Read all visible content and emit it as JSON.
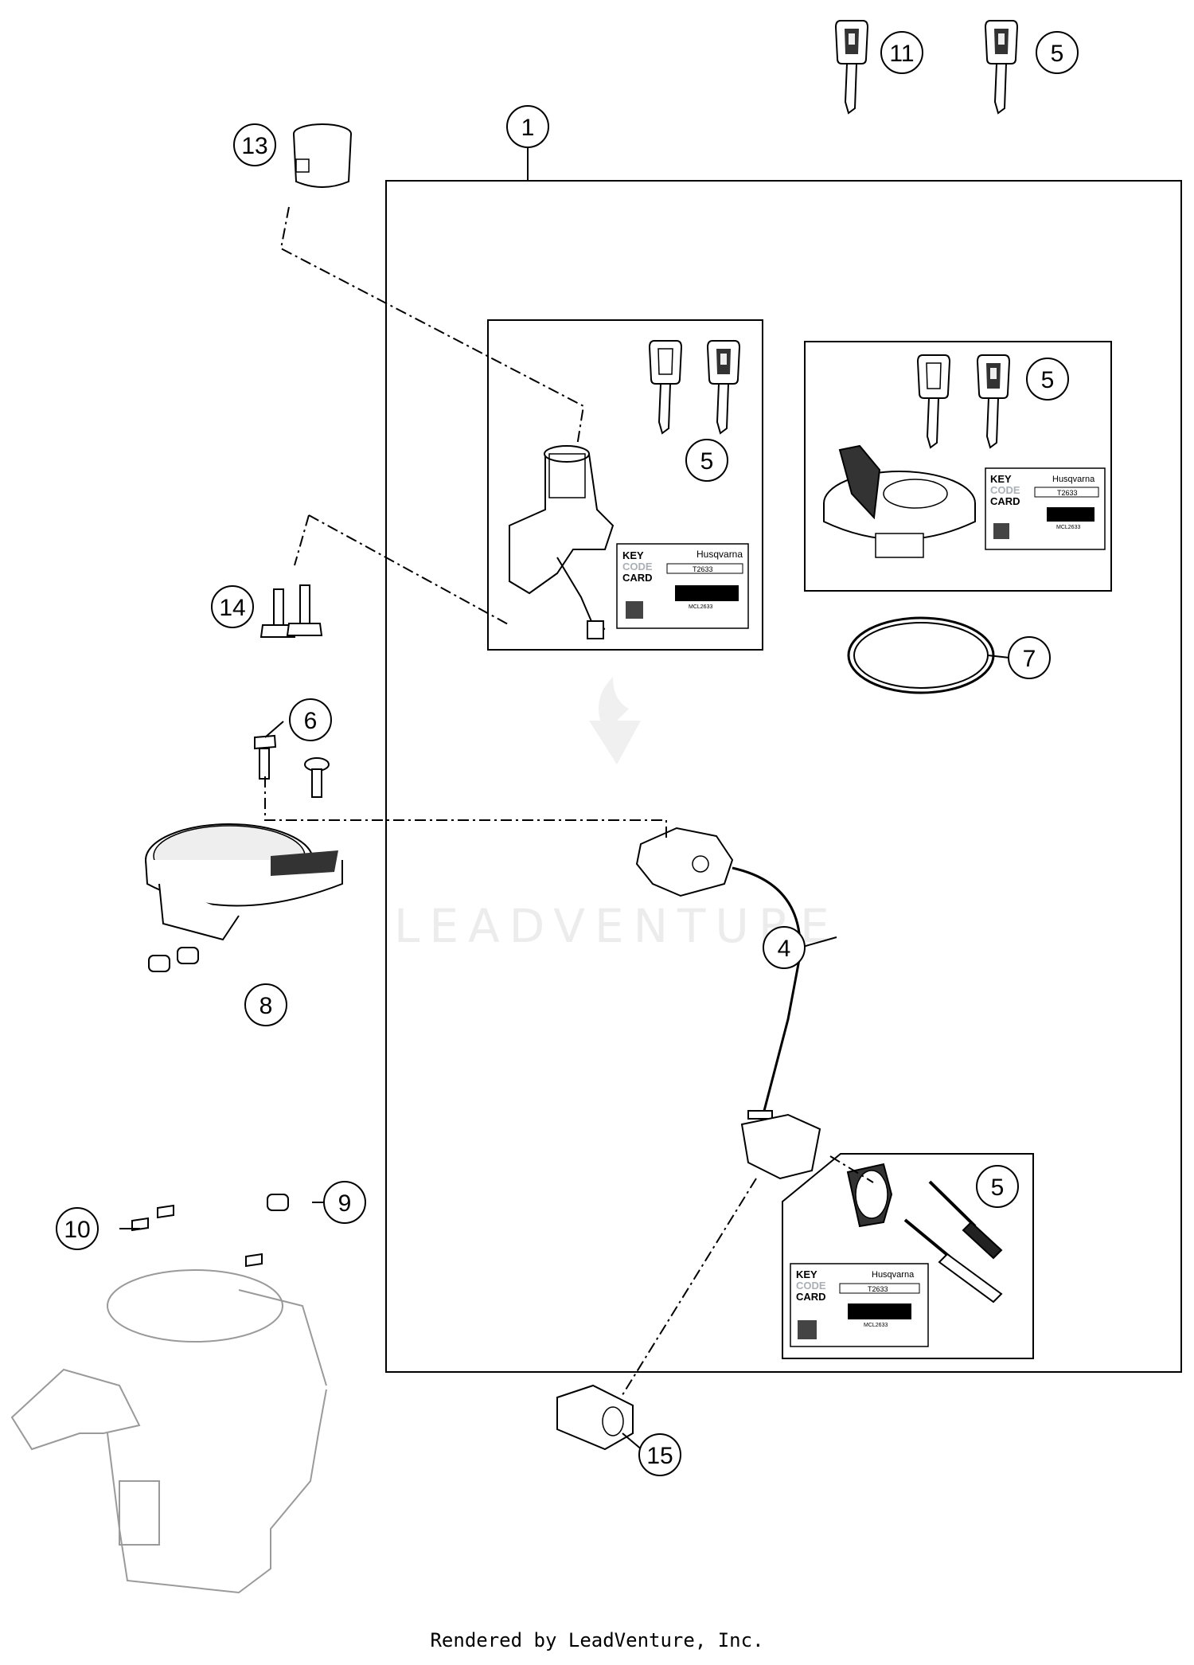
{
  "callouts": [
    "1",
    "4",
    "5",
    "5",
    "5",
    "5",
    "6",
    "7",
    "8",
    "9",
    "10",
    "11",
    "13",
    "14",
    "15"
  ],
  "key_cards": [
    {
      "line1": "KEY",
      "line2": "CODE",
      "line3": "CARD",
      "brand": "Husqvarna",
      "code": "T2633",
      "barcode_text": "MCL2633"
    },
    {
      "line1": "KEY",
      "line2": "CODE",
      "line3": "CARD",
      "brand": "Husqvarna",
      "code": "T2633",
      "barcode_text": "MCL2633"
    },
    {
      "line1": "KEY",
      "line2": "CODE",
      "line3": "CARD",
      "brand": "Husqvarna",
      "code": "T2633",
      "barcode_text": "MCL2633"
    }
  ],
  "watermark": "LEADVENTURE",
  "footer": "Rendered by LeadVenture, Inc.",
  "colors": {
    "line": "#000000",
    "card_grey": "#aab0b5",
    "ghost_part": "#9a9a9a"
  }
}
